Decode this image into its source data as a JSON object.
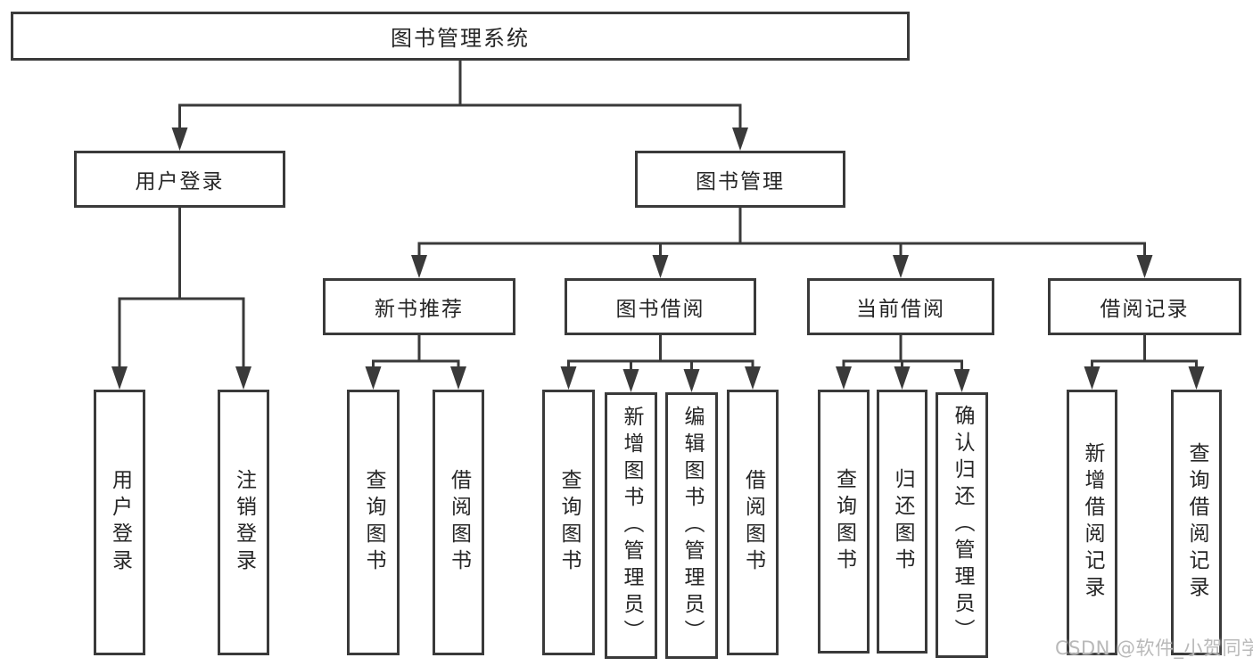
{
  "tree": {
    "label": "图书管理系统",
    "children": [
      {
        "label": "用户登录",
        "children": [
          {
            "label": "用户登录"
          },
          {
            "label": "注销登录"
          }
        ]
      },
      {
        "label": "图书管理",
        "children": [
          {
            "label": "新书推荐",
            "children": [
              {
                "label": "查询图书"
              },
              {
                "label": "借阅图书"
              }
            ]
          },
          {
            "label": "图书借阅",
            "children": [
              {
                "label": "查询图书"
              },
              {
                "label": "新增图书（管理员）"
              },
              {
                "label": "编辑图书（管理员）"
              },
              {
                "label": "借阅图书"
              }
            ]
          },
          {
            "label": "当前借阅",
            "children": [
              {
                "label": "查询图书"
              },
              {
                "label": "归还图书"
              },
              {
                "label": "确认归还（管理员）"
              }
            ]
          },
          {
            "label": "借阅记录",
            "children": [
              {
                "label": "新增借阅记录"
              },
              {
                "label": "查询借阅记录"
              }
            ]
          }
        ]
      }
    ]
  },
  "watermark": {
    "text": "CSDN @软件_小贺同学"
  },
  "colors": {
    "line": "#3a3a3a",
    "text": "#262626",
    "watermark": "#b9b9b9",
    "background": "#ffffff"
  }
}
